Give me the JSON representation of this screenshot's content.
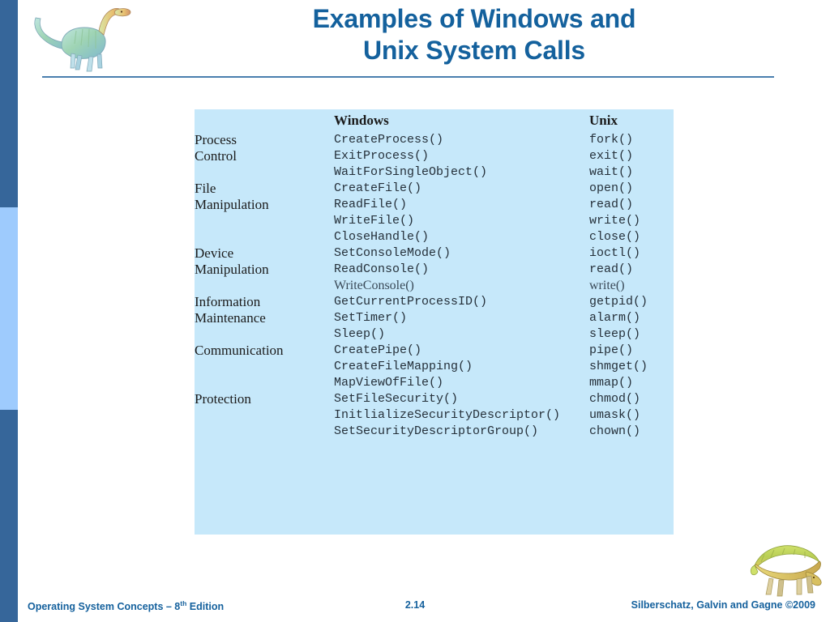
{
  "slide": {
    "title_line1": "Examples of Windows and",
    "title_line2": "Unix System Calls",
    "title_color": "#14619d",
    "panel_color": "#c6e8fa",
    "sidebar_dark_color": "#36669a",
    "sidebar_light_color": "#9ecbfd"
  },
  "decor": {
    "top_dino_name": "plateosaurus-dinosaur-illustration",
    "bottom_dino_name": "dimetrodon-dinosaur-illustration"
  },
  "table": {
    "headers": {
      "category": "",
      "windows": "Windows",
      "unix": "Unix"
    },
    "groups": [
      {
        "category_lines": [
          "Process",
          "Control"
        ],
        "rows": [
          {
            "windows": "CreateProcess()",
            "unix": "fork()",
            "style": "mono"
          },
          {
            "windows": "ExitProcess()",
            "unix": "exit()",
            "style": "mono"
          },
          {
            "windows": "WaitForSingleObject()",
            "unix": "wait()",
            "style": "mono"
          }
        ]
      },
      {
        "category_lines": [
          "File",
          "Manipulation"
        ],
        "rows": [
          {
            "windows": "CreateFile()",
            "unix": "open()",
            "style": "mono"
          },
          {
            "windows": "ReadFile()",
            "unix": "read()",
            "style": "mono"
          },
          {
            "windows": "WriteFile()",
            "unix": "write()",
            "style": "mono"
          },
          {
            "windows": "CloseHandle()",
            "unix": "close()",
            "style": "mono"
          }
        ]
      },
      {
        "category_lines": [
          "Device",
          "Manipulation"
        ],
        "rows": [
          {
            "windows": "SetConsoleMode()",
            "unix": "ioctl()",
            "style": "mono"
          },
          {
            "windows": "ReadConsole()",
            "unix": "read()",
            "style": "mono"
          },
          {
            "windows": "WriteConsole()",
            "unix": "write()",
            "style": "alt"
          }
        ]
      },
      {
        "category_lines": [
          "Information",
          "Maintenance"
        ],
        "rows": [
          {
            "windows": "GetCurrentProcessID()",
            "unix": "getpid()",
            "style": "mono"
          },
          {
            "windows": "SetTimer()",
            "unix": "alarm()",
            "style": "mono"
          },
          {
            "windows": "Sleep()",
            "unix": "sleep()",
            "style": "mono"
          }
        ]
      },
      {
        "category_lines": [
          "Communication"
        ],
        "rows": [
          {
            "windows": "CreatePipe()",
            "unix": "pipe()",
            "style": "mono"
          },
          {
            "windows": "CreateFileMapping()",
            "unix": "shmget()",
            "style": "mono"
          },
          {
            "windows": "MapViewOfFile()",
            "unix": "mmap()",
            "style": "mono"
          }
        ]
      },
      {
        "category_lines": [
          "Protection"
        ],
        "rows": [
          {
            "windows": "SetFileSecurity()",
            "unix": "chmod()",
            "style": "mono"
          },
          {
            "windows": "InitlializeSecurityDescriptor()",
            "unix": "umask()",
            "style": "mono"
          },
          {
            "windows": "SetSecurityDescriptorGroup()",
            "unix": "chown()",
            "style": "mono"
          }
        ]
      }
    ]
  },
  "footer": {
    "left_text": "Operating System Concepts – 8",
    "left_sup": "th",
    "left_tail": " Edition",
    "slide_number": "2.14",
    "right_text": "Silberschatz, Galvin and Gagne ©2009"
  }
}
